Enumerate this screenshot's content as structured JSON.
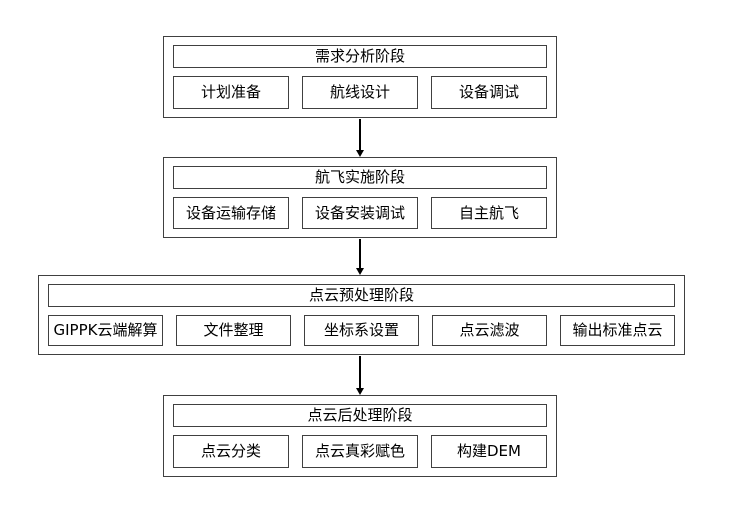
{
  "diagram": {
    "title": "UAV LiDAR point-cloud workflow flowchart",
    "colors": {
      "border": "#404040",
      "arrow": "#000000",
      "background": "#ffffff",
      "text": "#000000"
    },
    "stages": [
      {
        "title": "需求分析阶段",
        "items": [
          "计划准备",
          "航线设计",
          "设备调试"
        ]
      },
      {
        "title": "航飞实施阶段",
        "items": [
          "设备运输存储",
          "设备安装调试",
          "自主航飞"
        ]
      },
      {
        "title": "点云预处理阶段",
        "items": [
          "GIPPK云端解算",
          "文件整理",
          "坐标系设置",
          "点云滤波",
          "输出标准点云"
        ]
      },
      {
        "title": "点云后处理阶段",
        "items": [
          "点云分类",
          "点云真彩赋色",
          "构建DEM"
        ]
      }
    ]
  }
}
